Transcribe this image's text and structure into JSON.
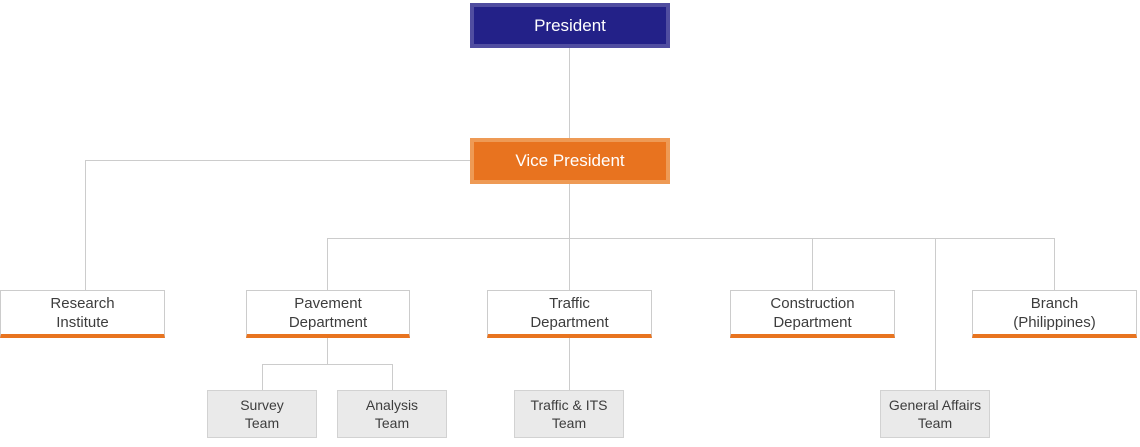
{
  "diagram": {
    "type": "org-chart",
    "nodes": {
      "president": {
        "label": "President"
      },
      "vice_president": {
        "label": "Vice President"
      },
      "research_institute": {
        "line1": "Research",
        "line2": "Institute"
      },
      "pavement_department": {
        "line1": "Pavement",
        "line2": "Department"
      },
      "traffic_department": {
        "line1": "Traffic",
        "line2": "Department"
      },
      "construction_department": {
        "line1": "Construction",
        "line2": "Department"
      },
      "branch_philippines": {
        "line1": "Branch",
        "line2": "(Philippines)"
      },
      "survey_team": {
        "line1": "Survey",
        "line2": "Team"
      },
      "analysis_team": {
        "line1": "Analysis",
        "line2": "Team"
      },
      "traffic_its_team": {
        "line1": "Traffic & ITS",
        "line2": "Team"
      },
      "general_affairs_team": {
        "line1": "General Affairs",
        "line2": "Team"
      }
    },
    "edges": [
      [
        "president",
        "vice_president"
      ],
      [
        "vice_president",
        "research_institute"
      ],
      [
        "vice_president",
        "pavement_department"
      ],
      [
        "vice_president",
        "traffic_department"
      ],
      [
        "vice_president",
        "construction_department"
      ],
      [
        "vice_president",
        "general_affairs_team"
      ],
      [
        "vice_president",
        "branch_philippines"
      ],
      [
        "pavement_department",
        "survey_team"
      ],
      [
        "pavement_department",
        "analysis_team"
      ],
      [
        "traffic_department",
        "traffic_its_team"
      ]
    ]
  },
  "colors": {
    "president_bg": "#232188",
    "president_border": "#504da0",
    "vp_bg": "#e8731f",
    "vp_border": "#ee9a55",
    "accent_orange": "#e87420",
    "connector_line": "#cccccc",
    "dept_bg": "#ffffff",
    "dept_border": "#cccccc",
    "team_bg": "#eaeaea",
    "team_border": "#d2d2d2",
    "text_dark": "#3d3d3d",
    "text_light": "#ffffff"
  }
}
